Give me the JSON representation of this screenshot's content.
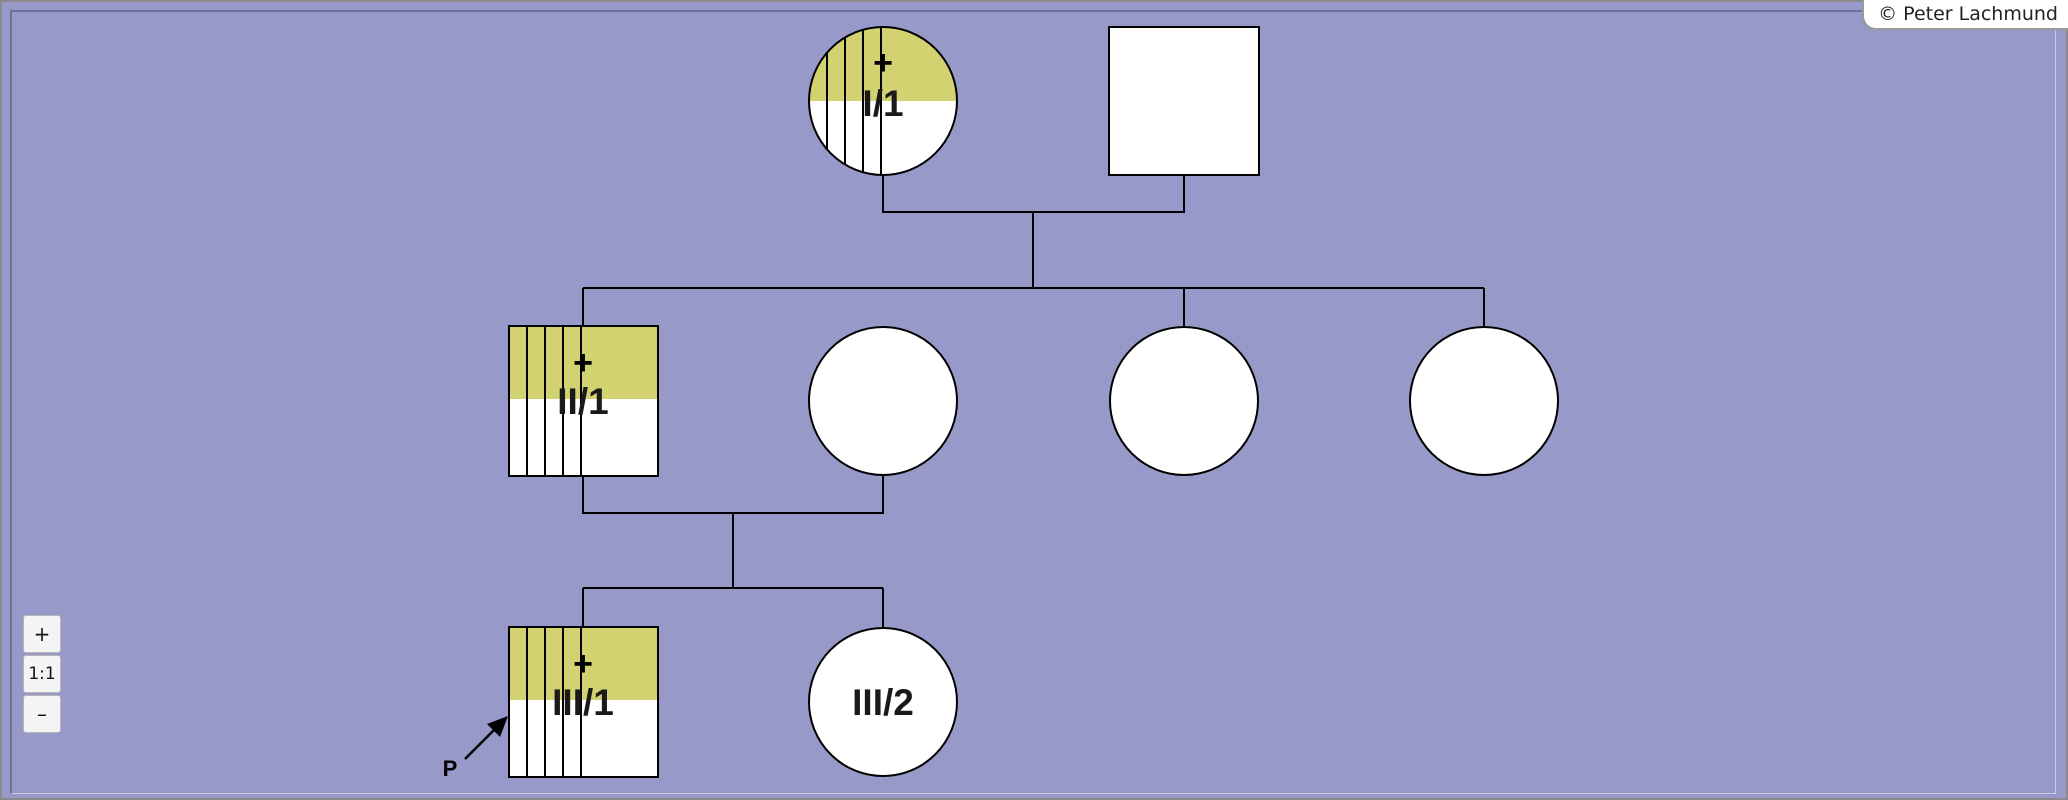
{
  "copyright": "© Peter Lachmund",
  "zoom_controls": {
    "zoom_in": "+",
    "reset": "1:1",
    "zoom_out": "–"
  },
  "individuals": [
    {
      "id": "I/1",
      "label": "I/1",
      "sex": "female",
      "affected_top_half": true,
      "deceased": true,
      "stripes": 4
    },
    {
      "id": "I/2",
      "label": "",
      "sex": "male",
      "affected_top_half": false,
      "deceased": false,
      "stripes": 0
    },
    {
      "id": "II/1",
      "label": "II/1",
      "sex": "male",
      "affected_top_half": true,
      "deceased": true,
      "stripes": 4
    },
    {
      "id": "II/2",
      "label": "",
      "sex": "female",
      "affected_top_half": false,
      "deceased": false,
      "stripes": 0
    },
    {
      "id": "II/3",
      "label": "",
      "sex": "female",
      "affected_top_half": false,
      "deceased": false,
      "stripes": 0
    },
    {
      "id": "II/4",
      "label": "",
      "sex": "female",
      "affected_top_half": false,
      "deceased": false,
      "stripes": 0
    },
    {
      "id": "III/1",
      "label": "III/1",
      "sex": "male",
      "affected_top_half": true,
      "deceased": true,
      "stripes": 4,
      "proband": true
    },
    {
      "id": "III/2",
      "label": "III/2",
      "sex": "female",
      "affected_top_half": false,
      "deceased": false,
      "stripes": 0
    }
  ],
  "proband_label": "P",
  "deceased_mark": "+",
  "colors": {
    "background": "#9799c8",
    "affected": "#d3d270",
    "unaffected": "#ffffff",
    "line": "#000000"
  }
}
